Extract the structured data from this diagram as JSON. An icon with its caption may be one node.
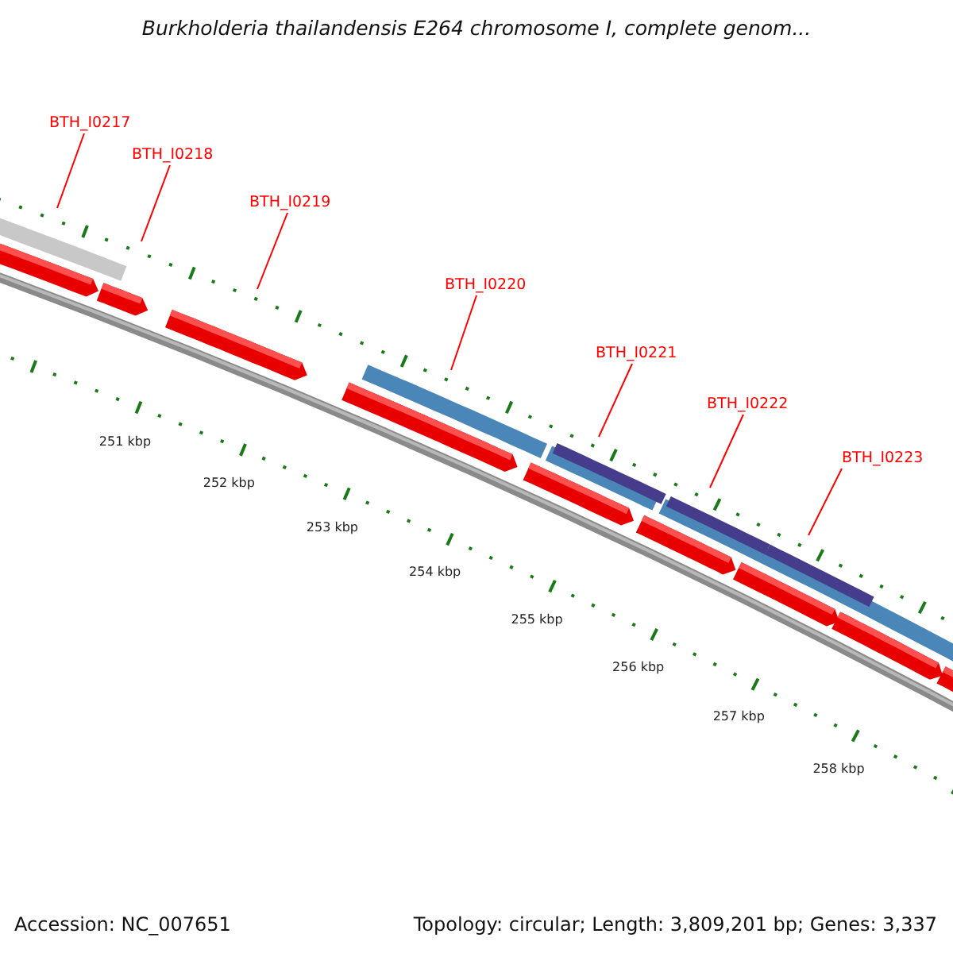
{
  "diagram": {
    "title": "Burkholderia thailandensis E264 chromosome I, complete genom...",
    "nodes": [
      {
        "text": [
          "BTH_I0217"
        ]
      },
      {
        "text": [
          "BTH_I0218"
        ]
      },
      {
        "text": [
          "BTH_I0219"
        ]
      },
      {
        "text": [
          "BTH_I0220"
        ]
      },
      {
        "text": [
          "BTH_I0221"
        ]
      },
      {
        "text": [
          "BTH_I0222"
        ]
      },
      {
        "text": [
          "BTH_I0223"
        ]
      }
    ],
    "edges": [
      {
        "from": 0,
        "to": null,
        "arrow": "none"
      },
      {
        "from": 1,
        "to": null,
        "arrow": "none"
      },
      {
        "from": 2,
        "to": null,
        "arrow": "none"
      },
      {
        "from": 3,
        "to": null,
        "arrow": "none"
      },
      {
        "from": 4,
        "to": null,
        "arrow": "none"
      },
      {
        "from": 5,
        "to": null,
        "arrow": "none"
      },
      {
        "from": 6,
        "to": null,
        "arrow": "none"
      }
    ],
    "labels": [
      "251 kbp",
      "252 kbp",
      "253 kbp",
      "254 kbp",
      "255 kbp",
      "256 kbp",
      "257 kbp",
      "258 kbp",
      "Accession: NC_007651",
      "Topology: circular; Length: 3,809,201 bp; Genes: 3,337"
    ]
  }
}
